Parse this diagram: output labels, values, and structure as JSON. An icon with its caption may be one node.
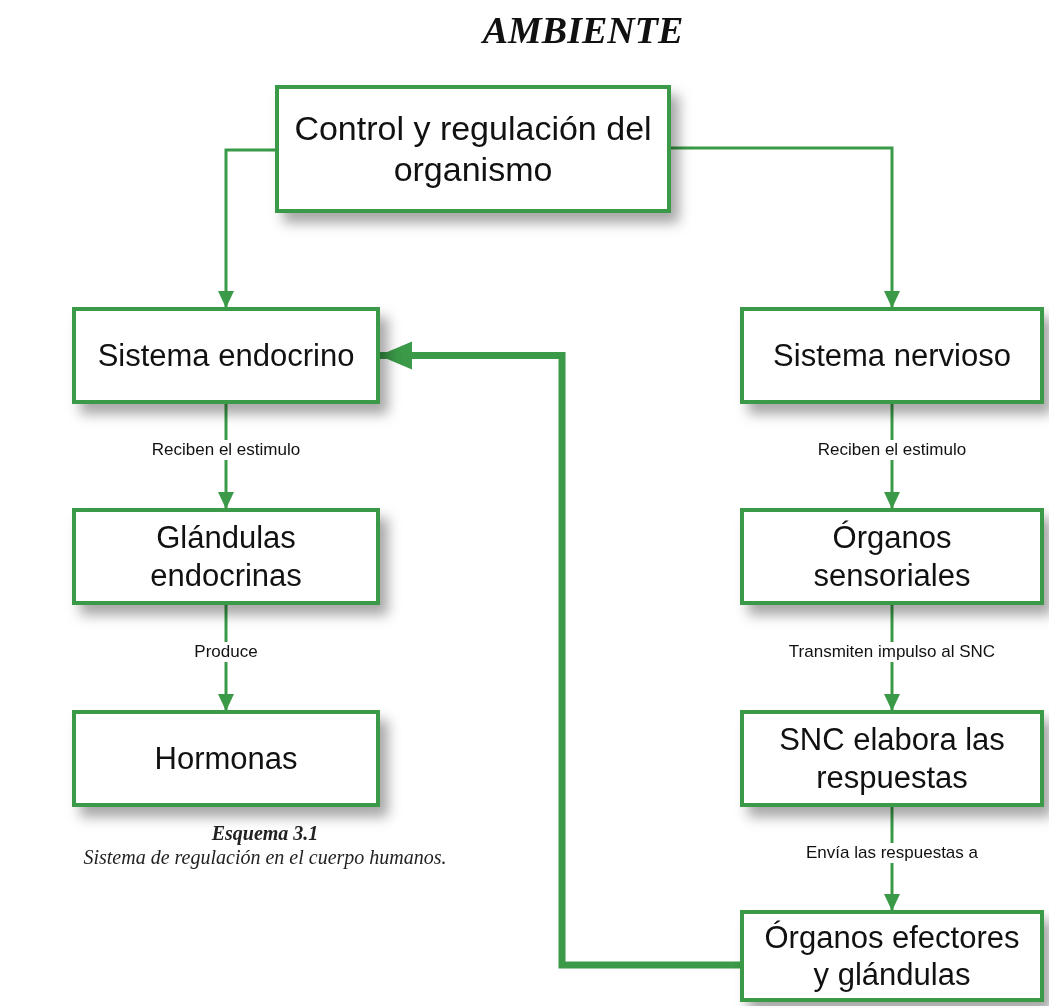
{
  "diagram": {
    "title": "AMBIENTE",
    "caption": "Sistema de regulación en el cuerpo humanos.",
    "nodes": [
      {
        "text": [
          "Control y regulación del organismo"
        ]
      },
      {
        "text": [
          "Sistema endocrino"
        ]
      },
      {
        "text": [
          "Glándulas endocrinas"
        ]
      },
      {
        "text": [
          "Hormonas"
        ]
      },
      {
        "text": [
          "Sistema nervioso"
        ]
      },
      {
        "text": [
          "Órganos sensoriales"
        ]
      },
      {
        "text": [
          "SNC elabora las respuestas"
        ]
      },
      {
        "text": [
          "Órganos efectores y glándulas"
        ]
      }
    ],
    "edges": [
      {
        "from": 0,
        "to": 1,
        "arrow": "to"
      },
      {
        "from": 0,
        "to": 4,
        "arrow": "to"
      },
      {
        "from": 1,
        "to": 2,
        "arrow": "to",
        "label": "Reciben el estimulo"
      },
      {
        "from": 2,
        "to": 3,
        "arrow": "to",
        "label": "Produce"
      },
      {
        "from": 4,
        "to": 5,
        "arrow": "to",
        "label": "Reciben el estimulo"
      },
      {
        "from": 5,
        "to": 6,
        "arrow": "to",
        "label": "Transmiten impulso al SNC"
      },
      {
        "from": 6,
        "to": 7,
        "arrow": "to",
        "label": "Envía las respuestas a"
      },
      {
        "from": 7,
        "to": 1,
        "arrow": "to",
        "style": "thick"
      }
    ],
    "labels": [
      "Esquema 3.1"
    ]
  }
}
